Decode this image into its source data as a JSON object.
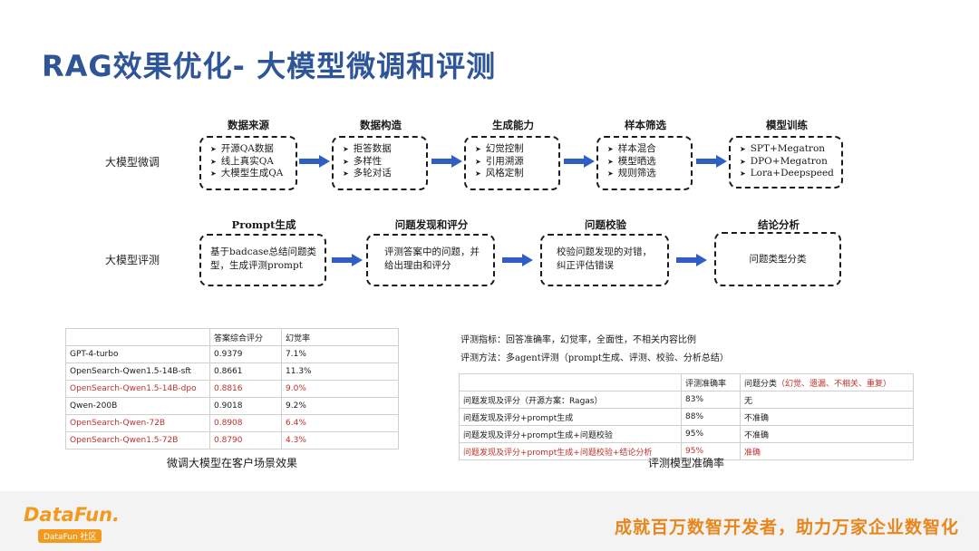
{
  "title": "RAG效果优化- 大模型微调和评测",
  "finetune": {
    "row_label": "大模型微调",
    "stages": [
      {
        "title": "数据来源",
        "items": [
          "开源QA数据",
          "线上真实QA",
          "大模型生成QA"
        ]
      },
      {
        "title": "数据构造",
        "items": [
          "拒答数据",
          "多样性",
          "多轮对话"
        ]
      },
      {
        "title": "生成能力",
        "items": [
          "幻觉控制",
          "引用溯源",
          "风格定制"
        ]
      },
      {
        "title": "样本筛选",
        "items": [
          "样本混合",
          "模型晒选",
          "规则筛选"
        ]
      },
      {
        "title": "模型训练",
        "items": [
          "SPT+Megatron",
          "DPO+Megatron",
          "Lora+Deepspeed"
        ]
      }
    ]
  },
  "evaluation": {
    "row_label": "大模型评测",
    "stages": [
      {
        "title": "Prompt生成",
        "text": "基于badcase总结问题类型，生成评测prompt"
      },
      {
        "title": "问题发现和评分",
        "text": "评测答案中的问题，并给出理由和评分"
      },
      {
        "title": "问题校验",
        "text": "校验问题发现的对错，纠正评估错误"
      },
      {
        "title": "结论分析",
        "text": "问题类型分类"
      }
    ]
  },
  "left_table": {
    "headers": [
      "",
      "答案综合评分",
      "幻觉率"
    ],
    "rows": [
      {
        "cells": [
          "GPT-4-turbo",
          "0.9379",
          "7.1%"
        ],
        "highlight": false
      },
      {
        "cells": [
          "OpenSearch-Qwen1.5-14B-sft",
          "0.8661",
          "11.3%"
        ],
        "highlight": false
      },
      {
        "cells": [
          "OpenSearch-Qwen1.5-14B-dpo",
          "0.8816",
          "9.0%"
        ],
        "highlight": true
      },
      {
        "cells": [
          "Qwen-200B",
          "0.9018",
          "9.2%"
        ],
        "highlight": false
      },
      {
        "cells": [
          "OpenSearch-Qwen-72B",
          "0.8908",
          "6.4%"
        ],
        "highlight": true
      },
      {
        "cells": [
          "OpenSearch-Qwen1.5-72B",
          "0.8790",
          "4.3%"
        ],
        "highlight": true
      }
    ],
    "caption": "微调大模型在客户场景效果"
  },
  "metrics": {
    "line1": "评测指标：回答准确率，幻觉率，全面性，不相关内容比例",
    "line2": "评测方法：多agent评测（prompt生成、评测、校验、分析总结）"
  },
  "right_table": {
    "headers": [
      "",
      "评测准确率",
      "问题分类"
    ],
    "header_note": "（幻觉、遗漏、不相关、重复）",
    "rows": [
      {
        "cells": [
          "问题发现及评分（开源方案：Ragas）",
          "83%",
          "无"
        ],
        "highlight": false
      },
      {
        "cells": [
          "问题发现及评分+prompt生成",
          "88%",
          "不准确"
        ],
        "highlight": false
      },
      {
        "cells": [
          "问题发现及评分+prompt生成+问题校验",
          "95%",
          "不准确"
        ],
        "highlight": false
      },
      {
        "cells": [
          "问题发现及评分+prompt生成+问题校验+结论分析",
          "95%",
          "准确"
        ],
        "highlight": true
      }
    ],
    "caption": "评测模型准确率"
  },
  "footer": {
    "logo_text": "DataFun.",
    "logo_badge": "DataFun 社区",
    "slogan": "成就百万数智开发者，助力万家企业数智化"
  },
  "colors": {
    "title": "#2e5597",
    "arrow": "#2f5fc4",
    "highlight": "#c0302a",
    "slogan": "#e8861c"
  },
  "icons": {
    "bullet": "arrowhead-bullet-icon",
    "flow": "right-arrow-icon"
  }
}
